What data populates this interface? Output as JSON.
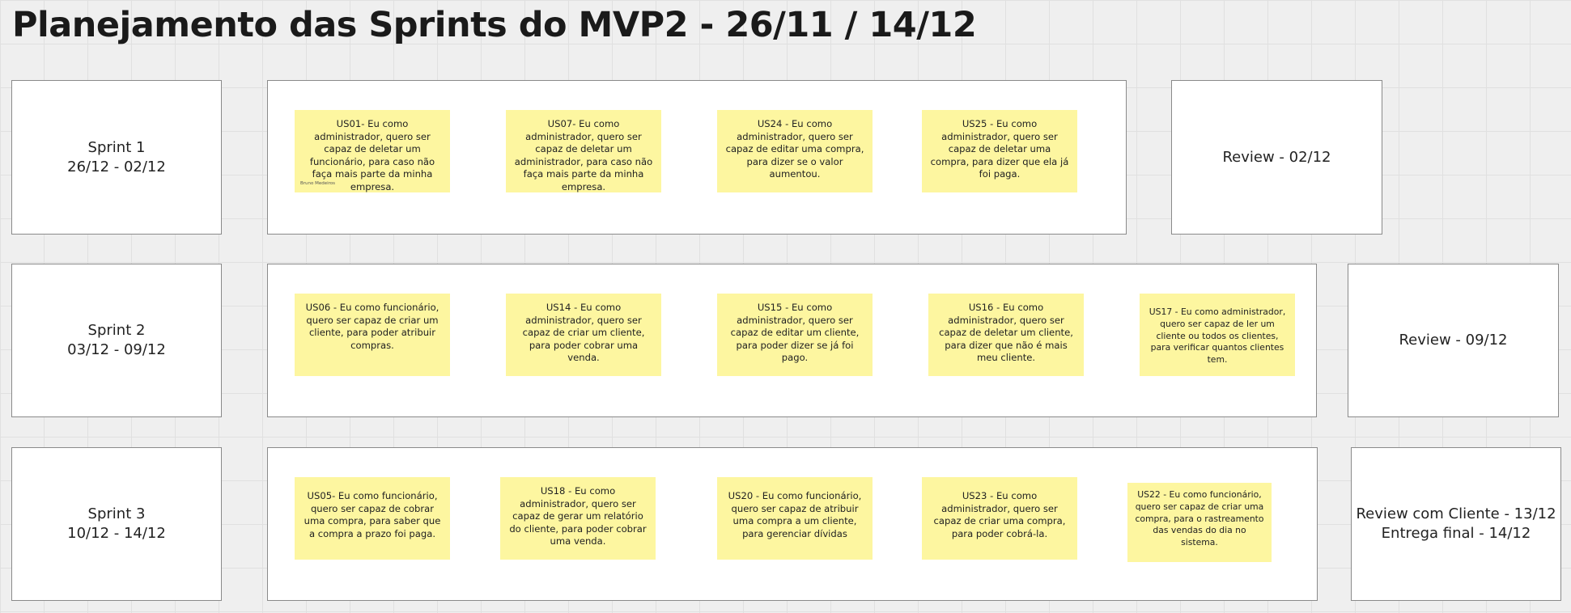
{
  "title": "Planejamento das Sprints do MVP2 - 26/11 / 14/12",
  "sprints": [
    {
      "name": "Sprint 1",
      "dates": "26/12 - 02/12",
      "review": [
        "Review - 02/12"
      ],
      "stories": [
        {
          "text": "US01- Eu como administrador, quero ser capaz de deletar um funcionário, para caso não faça mais parte da minha empresa.",
          "author": "Bruno Medeiros"
        },
        {
          "text": "US07- Eu como administrador, quero ser capaz de deletar um administrador, para caso não faça mais parte da minha empresa."
        },
        {
          "text": "US24 - Eu como administrador, quero ser capaz de editar uma compra, para dizer se o valor aumentou."
        },
        {
          "text": "US25 - Eu como administrador, quero ser capaz de deletar uma compra, para dizer que ela já foi paga."
        }
      ]
    },
    {
      "name": "Sprint 2",
      "dates": "03/12 - 09/12",
      "review": [
        "Review - 09/12"
      ],
      "stories": [
        {
          "text": "US06 - Eu como funcionário, quero ser capaz de criar um cliente, para poder atribuir compras."
        },
        {
          "text": "US14 - Eu como administrador, quero ser capaz de criar um cliente, para poder cobrar uma venda."
        },
        {
          "text": "US15 - Eu como administrador, quero ser capaz de editar um cliente, para poder dizer se já foi pago."
        },
        {
          "text": "US16 - Eu como administrador, quero ser capaz de deletar um cliente, para dizer que não é mais meu cliente."
        },
        {
          "text": "US17 - Eu como administrador, quero ser capaz de ler um cliente ou todos os clientes, para verificar quantos clientes tem."
        }
      ]
    },
    {
      "name": "Sprint 3",
      "dates": "10/12 - 14/12",
      "review": [
        "Review com Cliente - 13/12",
        "Entrega final - 14/12"
      ],
      "stories": [
        {
          "text": "US05- Eu como funcionário, quero ser capaz de cobrar uma compra, para saber que a compra a prazo foi paga."
        },
        {
          "text": "US18 - Eu como administrador, quero ser capaz de gerar um relatório do cliente, para poder cobrar uma venda."
        },
        {
          "text": "US20 - Eu como funcionário, quero ser capaz de atribuir uma compra a um cliente, para gerenciar dívidas"
        },
        {
          "text": "US23 - Eu como administrador, quero ser capaz de criar uma compra, para poder cobrá-la."
        },
        {
          "text": "US22 - Eu como funcionário, quero ser capaz de criar uma compra, para o rastreamento das vendas do dia no sistema."
        }
      ]
    }
  ],
  "colors": {
    "canvas": "#efefef",
    "grid": "#e0e0e0",
    "frame": "#ffffff",
    "frame_border": "#8a8a8a",
    "sticky_note": "#fdf6a0"
  }
}
